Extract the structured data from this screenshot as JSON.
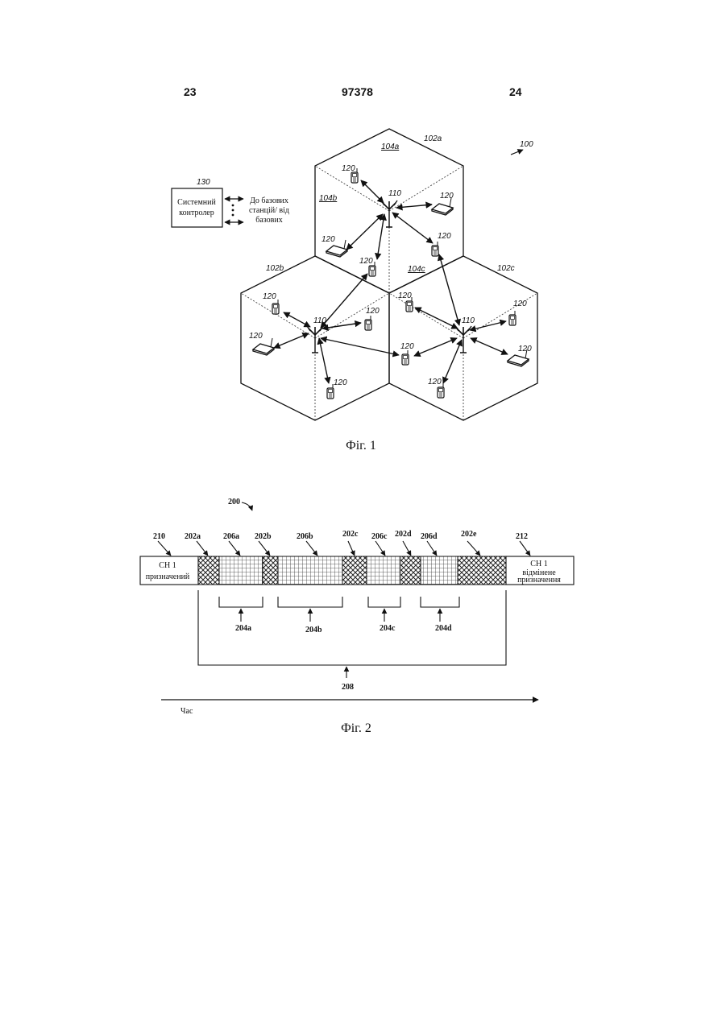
{
  "header": {
    "page_left": "23",
    "doc_number": "97378",
    "page_right": "24"
  },
  "fig1": {
    "caption": "Фіг. 1",
    "system_label": "100",
    "controller": {
      "ref": "130",
      "line1": "Системний",
      "line2": "контролер"
    },
    "controller_note": [
      "До базових",
      "станцій/ від",
      "базових"
    ],
    "cells": [
      {
        "ref": "102a",
        "sector_top": "104a",
        "sector_left": "104b",
        "sector_right": "104c"
      },
      {
        "ref": "102b"
      },
      {
        "ref": "102c"
      }
    ],
    "base_station_ref": "110",
    "terminal_ref": "120"
  },
  "fig2": {
    "caption": "Фіг. 2",
    "ref": "200",
    "start": {
      "ref": "210",
      "line1": "CH 1",
      "line2": "призначений"
    },
    "end": {
      "ref": "212",
      "line1": "CH 1",
      "line2": "відмінене",
      "line3": "призначення"
    },
    "hatched": [
      "202a",
      "202b",
      "202c",
      "202d",
      "202e"
    ],
    "grid": [
      "206a",
      "206b",
      "206c",
      "206d"
    ],
    "brackets": [
      "204a",
      "204b",
      "204c",
      "204d"
    ],
    "total": "208",
    "time_label": "Час"
  }
}
